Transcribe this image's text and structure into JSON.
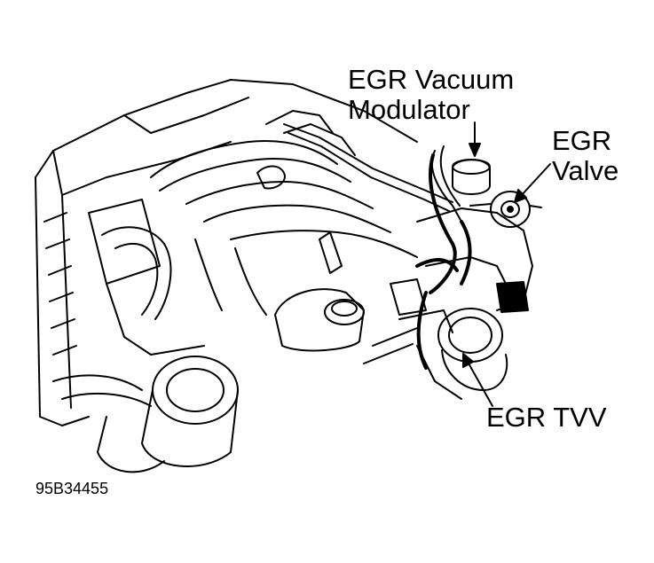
{
  "labels": {
    "vacuum_modulator_line1": "EGR Vacuum",
    "vacuum_modulator_line2": "Modulator",
    "egr_valve_line1": "EGR",
    "egr_valve_line2": "Valve",
    "egr_tvv": "EGR TVV"
  },
  "figure_id": "95B34455",
  "colors": {
    "ink": "#000000",
    "paper": "#ffffff"
  }
}
